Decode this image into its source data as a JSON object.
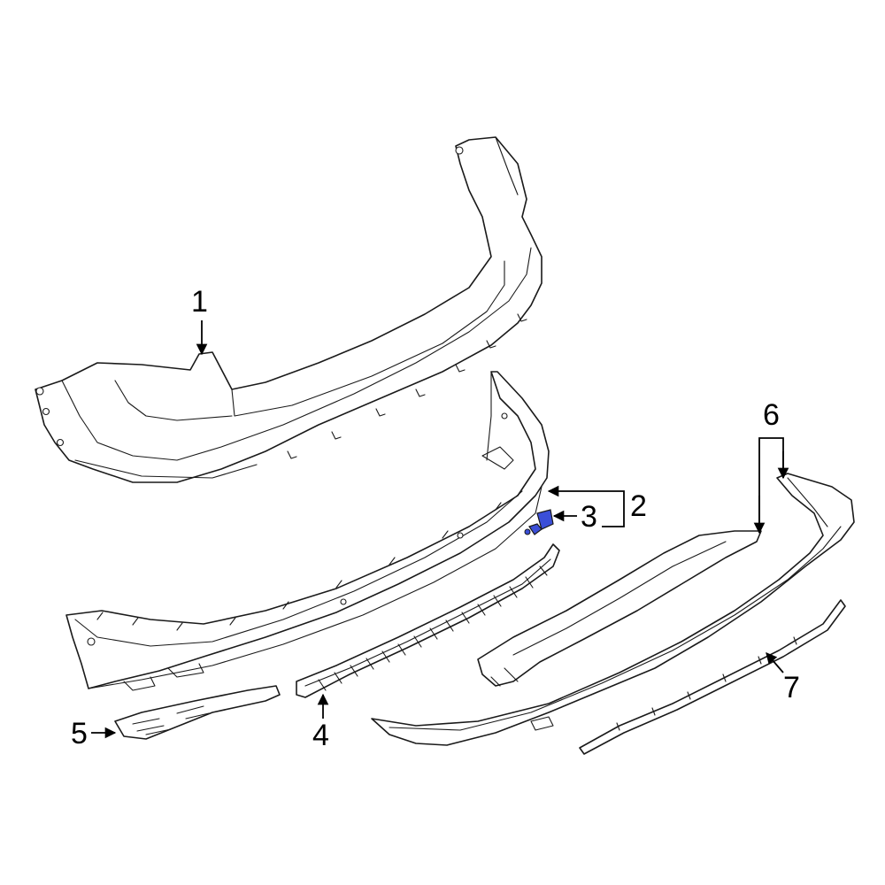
{
  "callouts": [
    {
      "id": "1",
      "label": "1"
    },
    {
      "id": "2",
      "label": "2"
    },
    {
      "id": "3",
      "label": "3"
    },
    {
      "id": "4",
      "label": "4"
    },
    {
      "id": "5",
      "label": "5"
    },
    {
      "id": "6",
      "label": "6"
    },
    {
      "id": "7",
      "label": "7"
    }
  ],
  "colors": {
    "line": "#1a1a1a",
    "highlight": "#3b4fd8",
    "background": "#ffffff"
  }
}
